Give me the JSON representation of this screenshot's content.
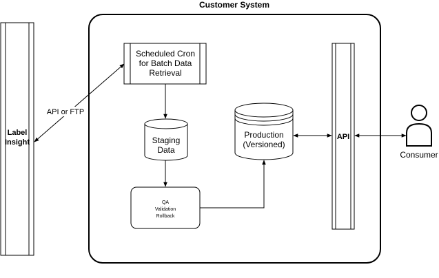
{
  "container": {
    "title": "Customer System"
  },
  "nodes": {
    "label_insight": {
      "line1": "Label",
      "line2": "Insight"
    },
    "scheduled_cron": {
      "line1": "Scheduled Cron",
      "line2": "for Batch Data",
      "line3": "Retrieval"
    },
    "staging_data": {
      "line1": "Staging",
      "line2": "Data"
    },
    "qa": {
      "line1": "QA",
      "line2": "Validation",
      "line3": "Rollback"
    },
    "production": {
      "line1": "Production",
      "line2": "(Versioned)"
    },
    "api": {
      "label": "API"
    },
    "consumer": {
      "label": "Consumer"
    }
  },
  "edges": {
    "label_insight_to_cron": {
      "label": "API or FTP"
    }
  },
  "icons": {
    "consumer": "person-icon"
  }
}
